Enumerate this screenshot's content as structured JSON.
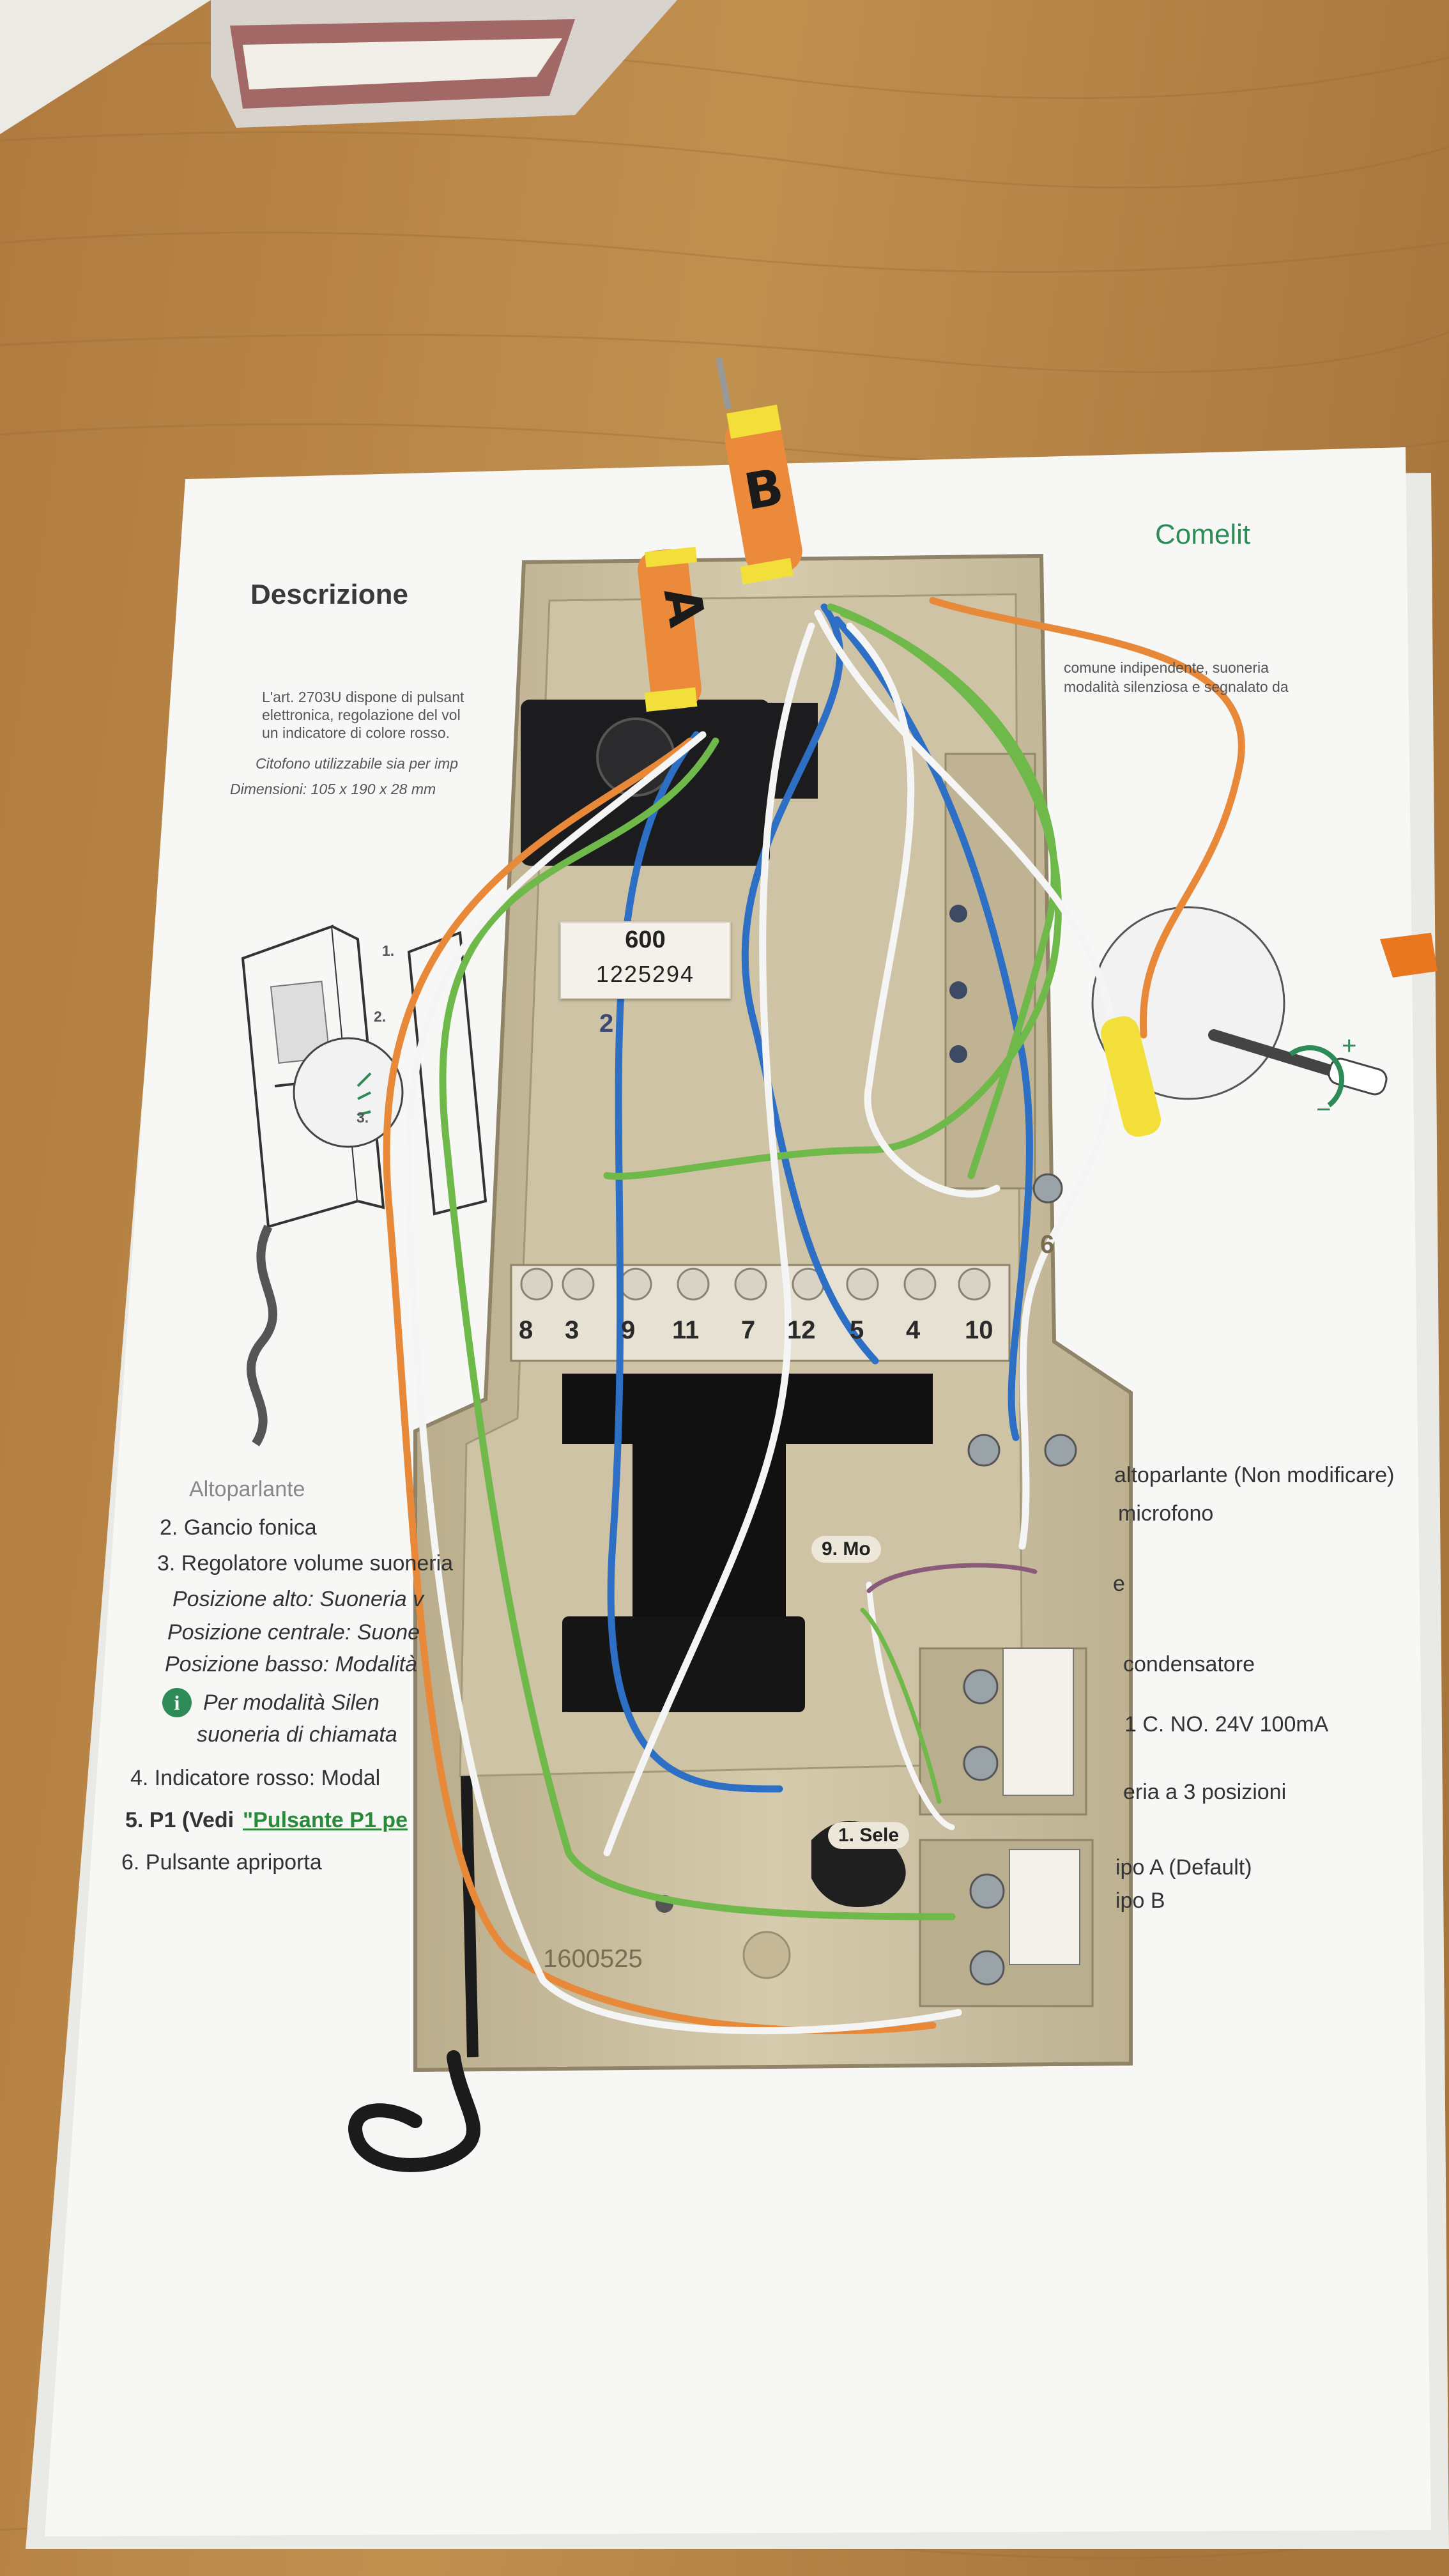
{
  "document": {
    "brand": "Comelit",
    "title": "Descrizione",
    "intro_1": "L'art. 2703U dispone di pulsant",
    "intro_2": "elettronica, regolazione del vol",
    "intro_3": "un indicatore di colore rosso.",
    "usage": "Citofono utilizzabile sia per imp",
    "dimensions": "Dimensioni: 105 x 190 x 28 mm",
    "intro_right_1": "comune indipendente, suoneria",
    "intro_right_2": "modalità silenziosa e segnalato da",
    "callout_1": "1.",
    "callout_2": "2.",
    "callout_3": "3.",
    "list": [
      "Altoparlante",
      "2. Gancio fonica",
      "3. Regolatore volume suoneria",
      "Posizione alto: Suoneria v",
      "Posizione centrale: Suone",
      "Posizione basso: Modalità",
      "Per modalità Silen",
      "suoneria di chiamata",
      "4. Indicatore rosso: Modal",
      "5. P1 (Vedi",
      "\"Pulsante P1 pe",
      "6. Pulsante apriporta"
    ],
    "right_list": [
      "altoparlante (Non modificare)",
      "microfono",
      "e",
      "condensatore",
      "1 C. NO. 24V 100mA",
      "eria a 3 posizioni",
      "ipo A (Default)",
      "ipo B"
    ]
  },
  "device": {
    "sticker_line_1": "600",
    "sticker_line_2": "1225294",
    "board_code": "2",
    "terminal_labels": [
      "8",
      "3",
      "9",
      "11",
      "7",
      "12",
      "5",
      "4",
      "10"
    ],
    "side_label": "6",
    "badge_mo": "9. Mo",
    "badge_sele": "1. Sele",
    "mold_code": "1600525",
    "tag_a": "A",
    "tag_b": "B"
  },
  "colors": {
    "table": "#b58346",
    "paper": "#f7f7f5",
    "housing": "#cbbf9f",
    "wire_orange": "#e8893a",
    "wire_green": "#6fb84a",
    "wire_blue": "#2d6fc4",
    "wire_white": "#f5f5f5",
    "brand_green": "#2e8b57"
  }
}
